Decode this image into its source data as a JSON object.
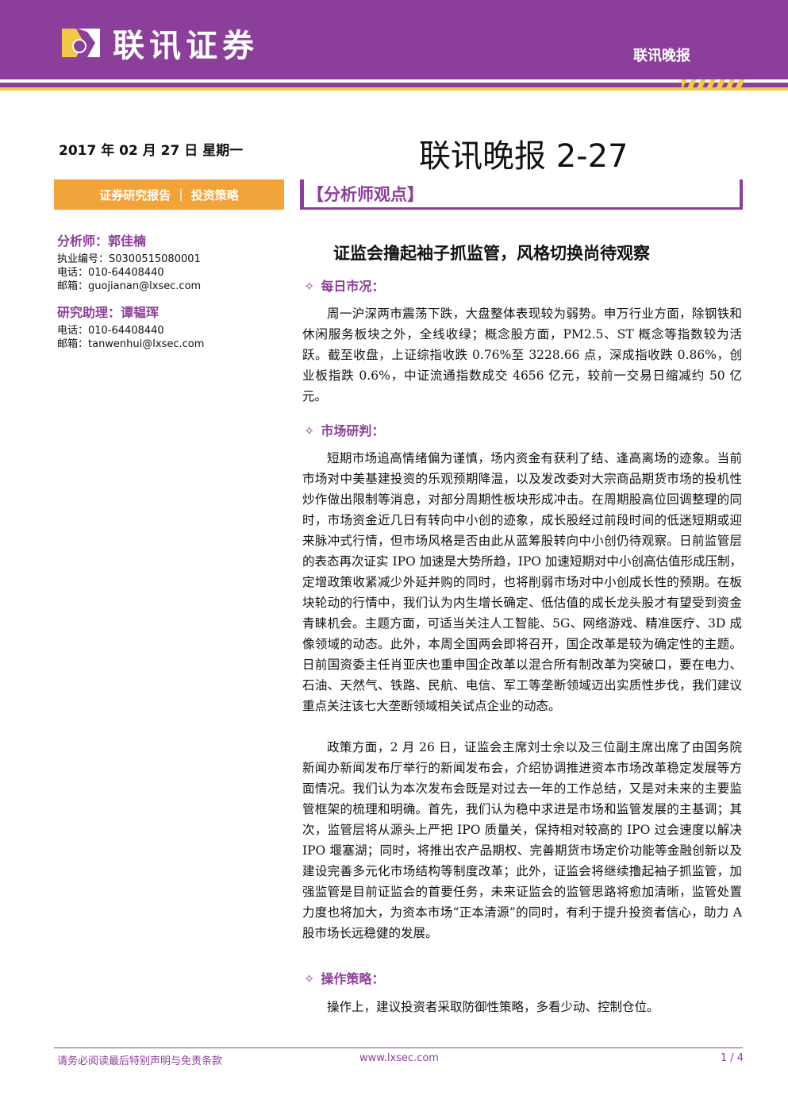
{
  "header": {
    "logo_text": "联讯证券",
    "right_label": "联讯晚报",
    "colors": {
      "brand": "#8c3f9a",
      "accent": "#f3c84a",
      "orange": "#f2a43a"
    }
  },
  "date_line": "2017 年 02 月 27 日 星期一",
  "report_title": "联讯晚报 2-27",
  "category_box": "证券研究报告 ｜ 投资策略",
  "view_head": "【分析师观点】",
  "analyst": {
    "role": "分析师：郭佳楠",
    "license": "执业编号：S0300515080001",
    "phone": "电话：010-64408440",
    "email": "邮箱：guojianan@lxsec.com"
  },
  "assistant": {
    "role": "研究助理：谭韫珲",
    "phone": "电话：010-64408440",
    "email": "邮箱：tanwenhui@lxsec.com"
  },
  "headline": "证监会撸起袖子抓监管，风格切换尚待观察",
  "sections": {
    "daily": "每日市况：",
    "market": "市场研判：",
    "strategy": "操作策略："
  },
  "paragraphs": {
    "daily": "周一沪深两市震荡下跌，大盘整体表现较为弱势。申万行业方面，除钢铁和休闲服务板块之外，全线收绿；概念股方面，PM2.5、ST 概念等指数较为活跃。截至收盘，上证综指收跌 0.76%至 3228.66 点，深成指收跌 0.86%，创业板指跌 0.6%，中证流通指数成交 4656 亿元，较前一交易日缩减约 50 亿元。",
    "market1": "短期市场追高情绪偏为谨慎，场内资金有获利了结、逢高离场的迹象。当前市场对中美基建投资的乐观预期降温，以及发改委对大宗商品期货市场的投机性炒作做出限制等消息，对部分周期性板块形成冲击。在周期股高位回调整理的同时，市场资金近几日有转向中小创的迹象，成长股经过前段时间的低迷短期或迎来脉冲式行情，但市场风格是否由此从蓝筹股转向中小创仍待观察。日前监管层的表态再次证实 IPO 加速是大势所趋，IPO 加速短期对中小创高估值形成压制，定增政策收紧减少外延并购的同时，也将削弱市场对中小创成长性的预期。在板块轮动的行情中，我们认为内生增长确定、低估值的成长龙头股才有望受到资金青睐机会。主题方面，可适当关注人工智能、5G、网络游戏、精准医疗、3D 成像领域的动态。此外，本周全国两会即将召开，国企改革是较为确定性的主题。日前国资委主任肖亚庆也重申国企改革以混合所有制改革为突破口，要在电力、石油、天然气、铁路、民航、电信、军工等垄断领域迈出实质性步伐，我们建议重点关注该七大垄断领域相关试点企业的动态。",
    "market2": "政策方面，2 月 26 日，证监会主席刘士余以及三位副主席出席了由国务院新闻办新闻发布厅举行的新闻发布会，介绍协调推进资本市场改革稳定发展等方面情况。我们认为本次发布会既是对过去一年的工作总结，又是对未来的主要监管框架的梳理和明确。首先，我们认为稳中求进是市场和监管发展的主基调；其次，监管层将从源头上严把 IPO 质量关，保持相对较高的 IPO 过会速度以解决 IPO 堰塞湖；同时，将推出农产品期权、完善期货市场定价功能等金融创新以及建设完善多元化市场结构等制度改革；此外，证监会将继续撸起袖子抓监管，加强监管是目前证监会的首要任务，未来证监会的监管思路将愈加清晰，监管处置力度也将加大，为资本市场“正本清源”的同时，有利于提升投资者信心，助力 A 股市场长远稳健的发展。",
    "strategy": "操作上，建议投资者采取防御性策略，多看少动、控制仓位。"
  },
  "footer": {
    "disclaimer": "请务必阅读最后特别声明与免责条款",
    "website": "www.lxsec.com",
    "page": "1 / 4"
  }
}
